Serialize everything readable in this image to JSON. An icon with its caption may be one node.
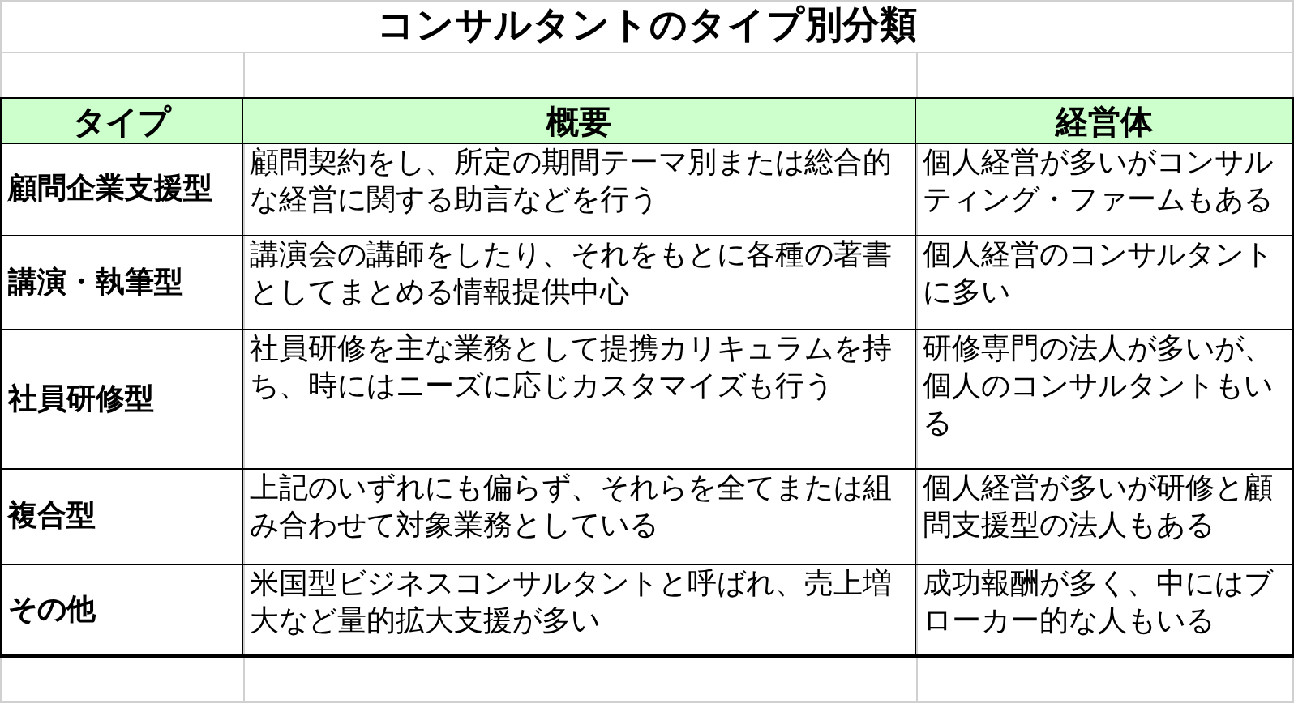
{
  "diagram": {
    "title": "コンサルタントのタイプ別分類",
    "labels": [
      "タイプ",
      "概要",
      "経営体",
      "顧問企業支援型",
      "顧問契約をし、所定の期間テーマ別または総合的な経営に関する助言などを行う",
      "個人経営が多いがコンサルティング・ファームもある",
      "講演・執筆型",
      "講演会の講師をしたり、それをもとに各種の著書としてまとめる情報提供中心",
      "個人経営のコンサルタントに多い",
      "社員研修型",
      "社員研修を主な業務として提携カリキュラムを持ち、時にはニーズに応じカスタマイズも行う",
      "研修専門の法人が多いが、個人のコンサルタントもいる",
      "複合型",
      "上記のいずれにも偏らず、それらを全てまたは組み合わせて対象業務としている",
      "個人経営が多いが研修と顧問支援型の法人もある",
      "その他",
      "米国型ビジネスコンサルタントと呼ばれ、売上増大など量的拡大支援が多い",
      "成功報酬が多く、中にはブローカー的な人もいる"
    ]
  }
}
